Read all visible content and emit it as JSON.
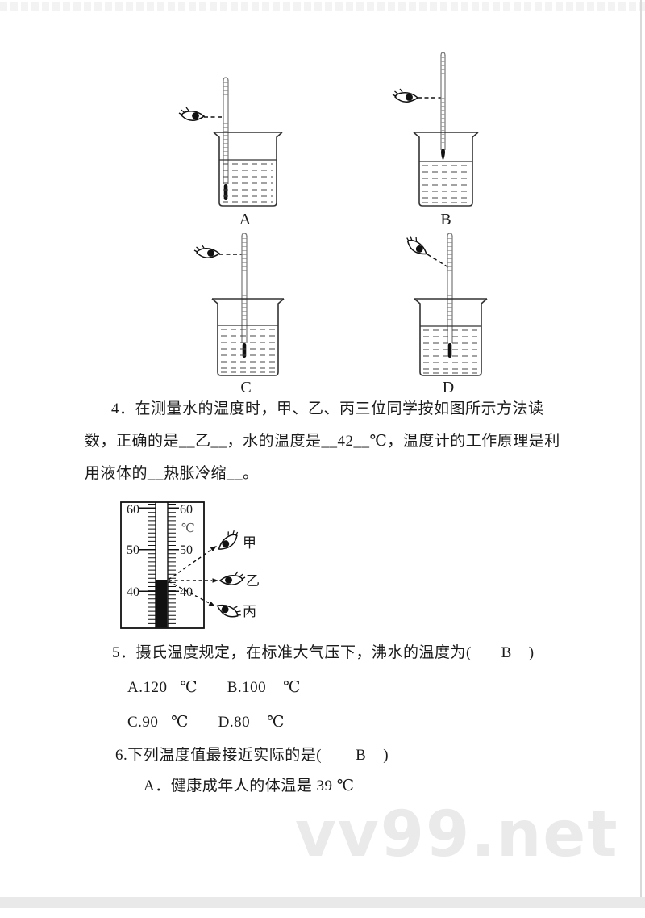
{
  "watermark": "vv99.net",
  "figure_beakers": {
    "labels": {
      "a": "A",
      "b": "B",
      "c": "C",
      "d": "D"
    }
  },
  "q4": {
    "lines": [
      "4．在测量水的温度时，甲、乙、丙三位同学按如图所示方法读",
      "数，正确的是__乙__，水的温度是__42__℃，温度计的工作原理是利",
      "用液体的__热胀冷缩__。"
    ]
  },
  "thermo": {
    "unit": "℃",
    "scale_left": [
      "60",
      "50",
      "40"
    ],
    "scale_right": [
      "60",
      "50",
      "40"
    ],
    "observers": [
      "甲",
      "乙",
      "丙"
    ],
    "reading_c": 42
  },
  "q5": {
    "stem": "5．摄氏温度规定，在标准大气压下，沸水的温度为(       B    )",
    "row1": "A.120   ℃       B.100    ℃",
    "row2": "C.90   ℃       D.80    ℃"
  },
  "q6": {
    "stem": "6.下列温度值最接近实际的是(        B    )",
    "option_a": "A．健康成年人的体温是 39 ℃"
  }
}
